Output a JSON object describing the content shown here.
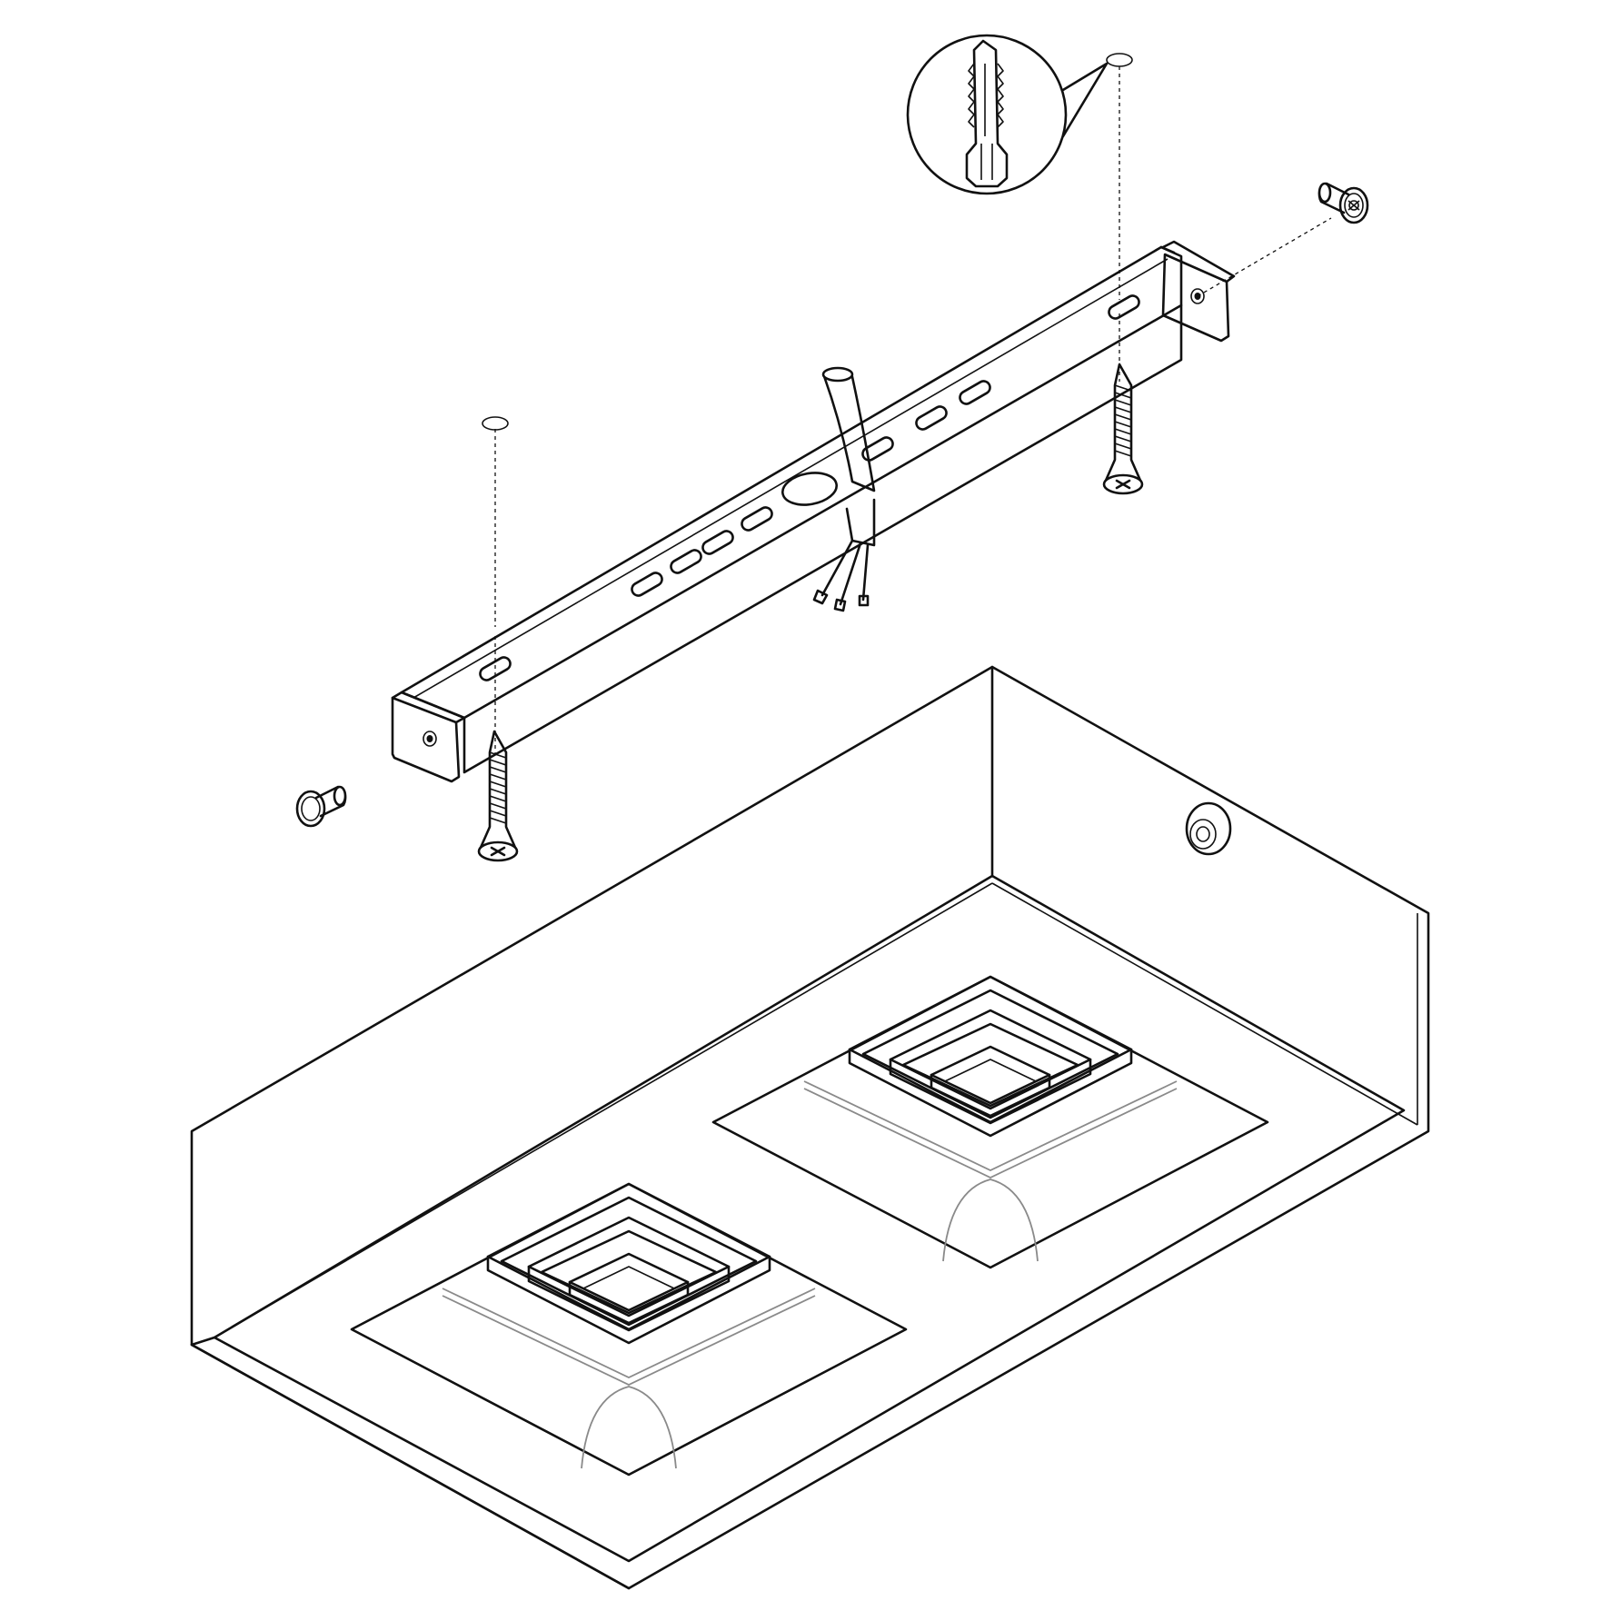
{
  "diagram": {
    "kind": "exploded-assembly",
    "style": "black line art on white",
    "line_color": "#111111",
    "hidden_edge_color": "#8a8a8a",
    "background": "#ffffff",
    "parts": [
      "mounting-bracket",
      "wall-plug-detail",
      "mounting-screw-left",
      "mounting-screw-right",
      "fixing-screw-left",
      "fixing-screw-right",
      "power-cable",
      "lamp-housing",
      "square-led-module-front",
      "square-led-module-rear"
    ]
  }
}
